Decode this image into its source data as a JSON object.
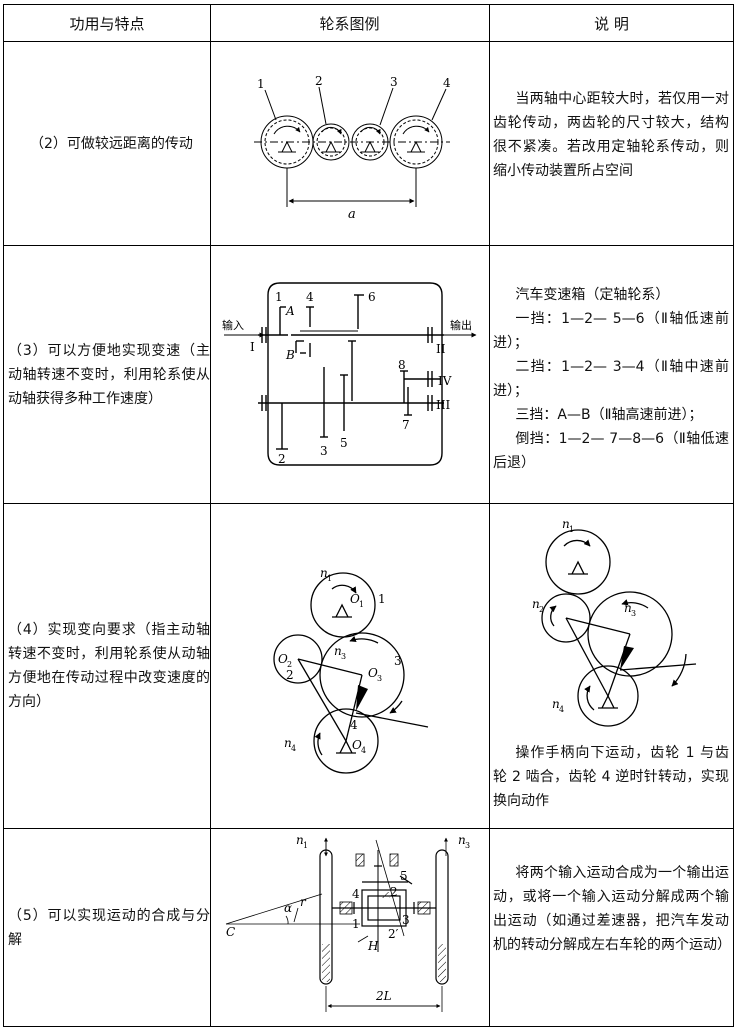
{
  "headers": [
    "功用与特点",
    "轮系图例",
    "说 明"
  ],
  "rows": [
    {
      "feature": "（2）可做较远距离的传动",
      "desc": [
        "当两轴中心距较大时，若仅用一对齿轮传动，两齿轮的尺寸较大，结构很不紧凑。若改用定轴轮系传动，则缩小传动装置所占空间"
      ],
      "fig": {
        "labels": [
          "1",
          "2",
          "3",
          "4"
        ],
        "dim": "a"
      }
    },
    {
      "feature": "（3）可以方便地实现变速（主动轴转速不变时，利用轮系使从动轴获得多种工作速度）",
      "desc": [
        "汽车变速箱（定轴轮系）",
        "一挡：1—2— 5—6（Ⅱ轴低速前进）；",
        "二挡：1—2— 3—4（Ⅱ轴中速前进）；",
        "三挡：A—B（Ⅱ轴高速前进）；",
        "倒挡：1—2— 7—8—6（Ⅱ轴低速后退）"
      ],
      "fig": {
        "input": "输入",
        "output": "输出",
        "gears": [
          "1",
          "2",
          "3",
          "4",
          "5",
          "6",
          "7",
          "8"
        ],
        "clutch": [
          "A",
          "B"
        ],
        "shafts": [
          "I",
          "II",
          "III",
          "IV"
        ]
      }
    },
    {
      "feature": "（4）实现变向要求（指主动轴转速不变时，利用轮系使从动轴方便地在传动过程中改变速度的方向）",
      "desc": [
        "操作手柄向下运动，齿轮 1 与齿轮 2 啮合，齿轮 4 逆时针转动，实现换向动作"
      ],
      "fig_left": {
        "n1": "n",
        "n3": "n",
        "n4": "n",
        "o1": "O",
        "o2": "O",
        "o3": "O",
        "o4": "O",
        "g1": "1",
        "g2": "2",
        "g3": "3",
        "g4": "4",
        "s1": "1",
        "s2": "2",
        "s3": "3",
        "s4": "4"
      },
      "fig_right": {
        "n1": "n",
        "n2": "n",
        "n3": "n",
        "n4": "n",
        "s1": "1",
        "s2": "2",
        "s3": "3",
        "s4": "4"
      }
    },
    {
      "feature": "（5）可以实现运动的合成与分解",
      "desc": [
        "将两个输入运动合成为一个输出运动，或将一个输入运动分解成两个输出运动（如通过差速器，把汽车发动机的转动分解成左右车轮的两个运动）"
      ],
      "fig": {
        "C": "C",
        "alpha": "α",
        "r": "r",
        "H": "H",
        "dim": "2L",
        "n": "n",
        "s1": "1",
        "s3": "3",
        "g1": "1",
        "g2": "2",
        "g2p": "2′",
        "g3": "3",
        "g4": "4",
        "g5": "5"
      }
    }
  ]
}
